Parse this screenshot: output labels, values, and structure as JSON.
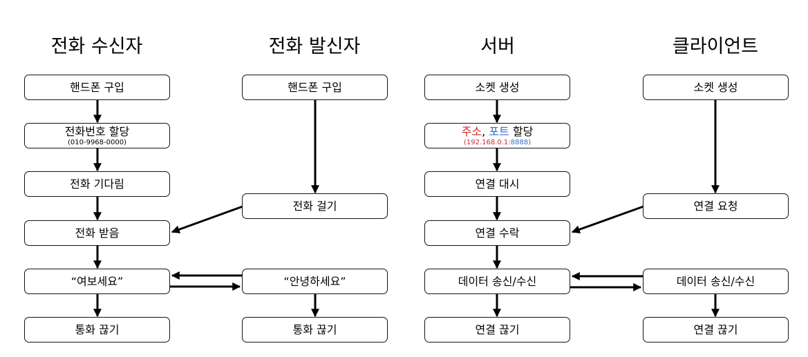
{
  "headings": {
    "callee": "전화 수신자",
    "caller": "전화 발신자",
    "server": "서버",
    "client": "클라이언트"
  },
  "callee": {
    "buy_phone": "핸드폰 구입",
    "assign_number": "전화번호 할당",
    "assign_number_sub": "(010-9968-0000)",
    "wait_call": "전화 기다림",
    "receive_call": "전화 받음",
    "say": "“여보세요”",
    "hang_up": "통화 끊기"
  },
  "caller": {
    "buy_phone": "핸드폰 구입",
    "make_call": "전화 걸기",
    "say": "“안녕하세요”",
    "hang_up": "통화 끊기"
  },
  "server": {
    "create_socket": "소켓 생성",
    "assign_address": "주소",
    "assign_comma": ", ",
    "assign_port": "포트",
    "assign_rest": " 할당",
    "address_ip": "192.168.0.1",
    "address_port": "8888",
    "paren_open": "(",
    "colon": ":",
    "paren_close": ")",
    "wait_connection": "연결 대시",
    "accept_connection": "연결 수락",
    "send_receive": "데이터 송신/수신",
    "disconnect": "연결 끊기"
  },
  "client": {
    "create_socket": "소켓 생성",
    "request_connection": "연결 요청",
    "send_receive": "데이터 송신/수신",
    "disconnect": "연결 끊기"
  },
  "colors": {
    "address": "#d0262b",
    "port": "#2f6fc7",
    "line": "#000000"
  }
}
